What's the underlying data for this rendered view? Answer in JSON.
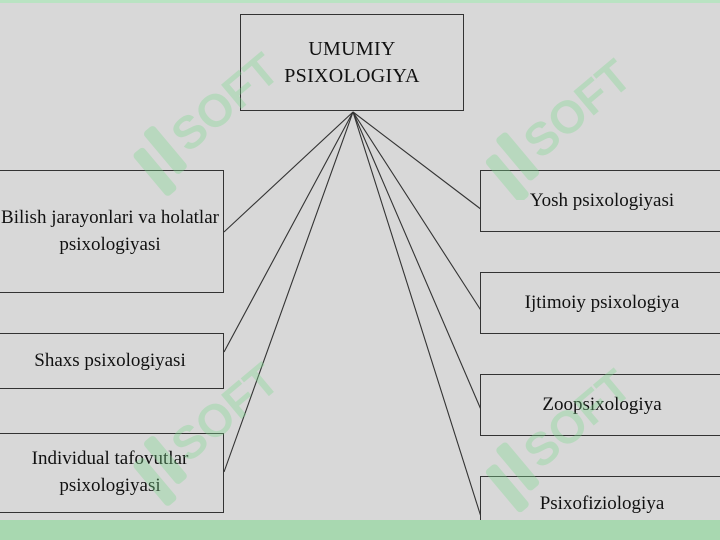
{
  "root": {
    "line1": "UMUMIY",
    "line2": "PSIXOLOGIYA"
  },
  "left_branches": [
    {
      "line1": "Bilish jarayonlari va holatlar",
      "line2": "psixologiyasi"
    },
    {
      "line1": "Shaxs psixologiyasi",
      "line2": ""
    },
    {
      "line1": "Individual tafovutlar",
      "line2": "psixologiyasi"
    }
  ],
  "right_branches": [
    {
      "line1": "Yosh psixologiyasi"
    },
    {
      "line1": "Ijtimoiy psixologiya"
    },
    {
      "line1": "Zoopsixologiya"
    },
    {
      "line1": "Psixofiziologiya"
    }
  ],
  "watermark": {
    "text": "SOFT",
    "color": "#7fd88f"
  },
  "colors": {
    "background": "#d8d8d8",
    "line": "#333333",
    "bottom_strip": "#a8d8b0"
  }
}
